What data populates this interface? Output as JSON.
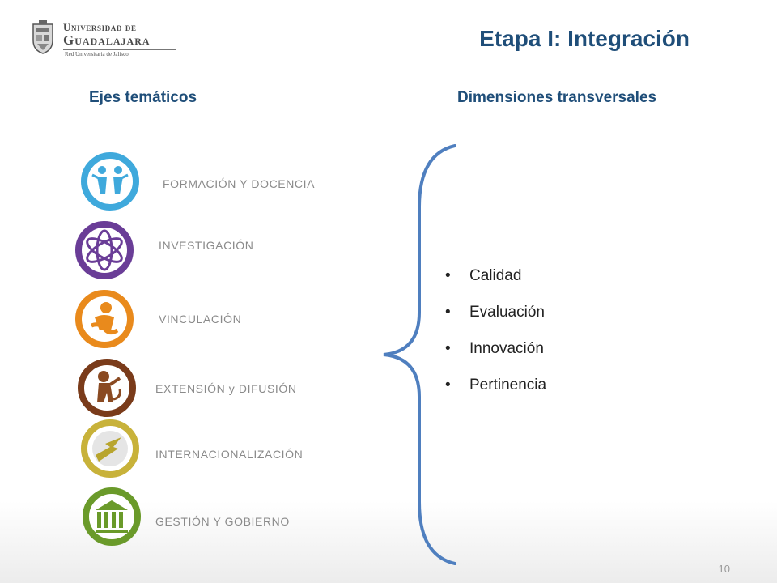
{
  "logo": {
    "line1": "Universidad de",
    "line2": "Guadalajara",
    "line3": "Red Universitaria de Jalisco"
  },
  "title": "Etapa I: Integración",
  "left_heading": "Ejes temáticos",
  "right_heading": "Dimensiones transversales",
  "axes": [
    {
      "label": "FORMACIÓN Y DOCENCIA",
      "icon": "people-icon",
      "color": "#3fa9dc"
    },
    {
      "label": "INVESTIGACIÓN",
      "icon": "atom-icon",
      "color": "#6a3d97"
    },
    {
      "label": "VINCULACIÓN",
      "icon": "figure-icon",
      "color": "#e98a1c"
    },
    {
      "label": "EXTENSIÓN y DIFUSIÓN",
      "icon": "lion-icon",
      "color": "#7a3b1a"
    },
    {
      "label": "INTERNACIONALIZACIÓN",
      "icon": "globe-icon",
      "color": "#c8b23a"
    },
    {
      "label": "GESTIÓN Y GOBIERNO",
      "icon": "building-icon",
      "color": "#6a9a2a"
    }
  ],
  "dimensions": [
    "Calidad",
    "Evaluación",
    "Innovación",
    "Pertinencia"
  ],
  "bullet": "•",
  "page_number": "10",
  "colors": {
    "title": "#1f4e79",
    "brace": "#4f7fbf",
    "label": "#8a8a8a"
  }
}
